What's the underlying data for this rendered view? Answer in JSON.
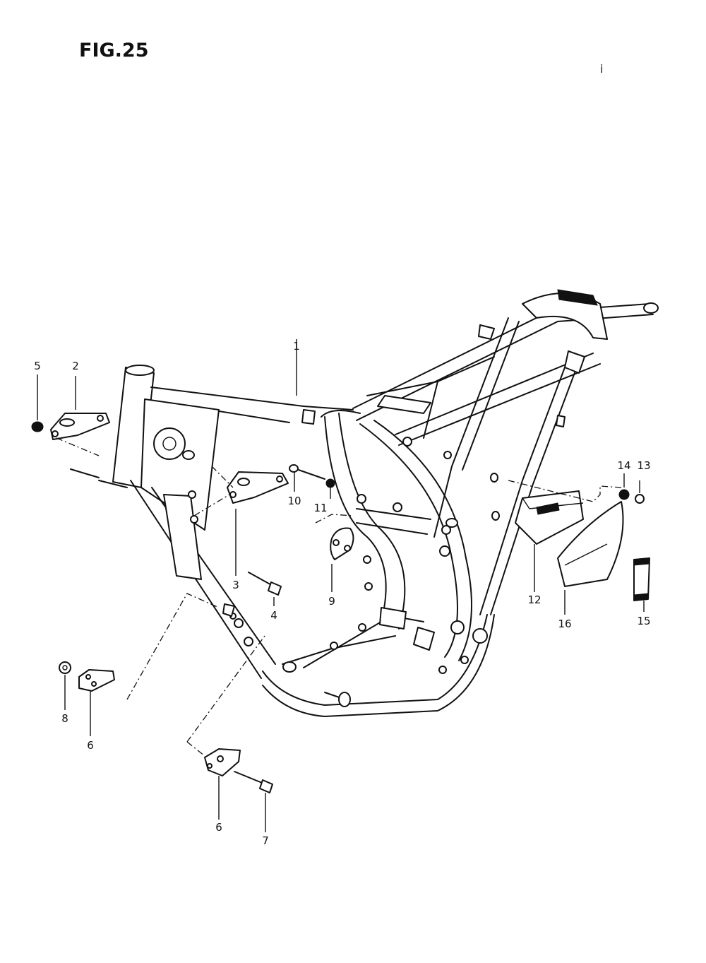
{
  "figure": {
    "title": "FIG.25",
    "corner_mark": "i"
  },
  "callouts": {
    "c1": "1",
    "c2": "2",
    "c3": "3",
    "c4": "4",
    "c5": "5",
    "c6a": "6",
    "c6b": "6",
    "c7": "7",
    "c8": "8",
    "c9": "9",
    "c10": "10",
    "c11": "11",
    "c12": "12",
    "c13": "13",
    "c14": "14",
    "c15": "15",
    "c16": "16"
  }
}
